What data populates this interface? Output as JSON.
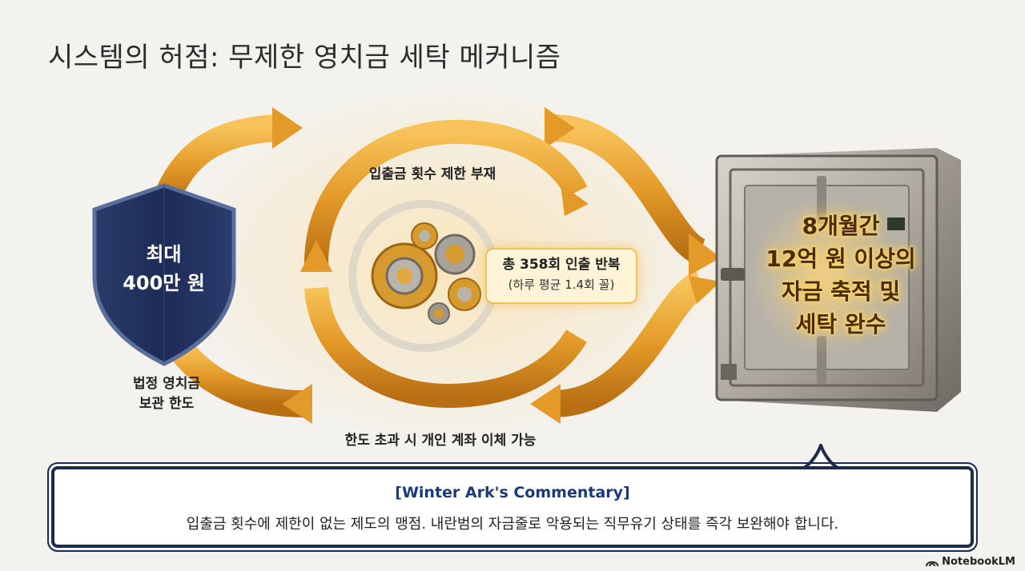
{
  "title": "시스템의 허점: 무제한 영치금 세탁 메커니즘",
  "shield": {
    "line1": "최대",
    "line2": "400만 원",
    "caption_line1": "법정 영치금",
    "caption_line2": "보관 한도"
  },
  "loop_top_label": "입출금 횟수 제한 부재",
  "loop_bottom_label": "한도 초과 시 개인 계좌 이체 가능",
  "count_box": {
    "main": "총 358회 인출 반복",
    "sub": "(하루 평균 1.4회 꼴)"
  },
  "safe": {
    "line1": "8개월간",
    "line2": "12억 원 이상의",
    "line3": "자금 축적 및",
    "line4": "세탁 완수"
  },
  "commentary": {
    "title": "[Winter Ark's Commentary]",
    "body": "입출금 횟수에 제한이 없는 제도의 맹점. 내란범의 자금줄로 악용되는 직무유기 상태를 즉각 보완해야 합니다."
  },
  "brand": "NotebookLM",
  "colors": {
    "arrow": "#e0a030",
    "shield": "#1f2f5a",
    "commentary_border": "#1c2a4e",
    "commentary_title": "#1c3a78"
  },
  "icons": [
    "shield-icon",
    "gears-icon",
    "safe-icon",
    "arrow-icon",
    "notebooklm-logo-icon"
  ]
}
